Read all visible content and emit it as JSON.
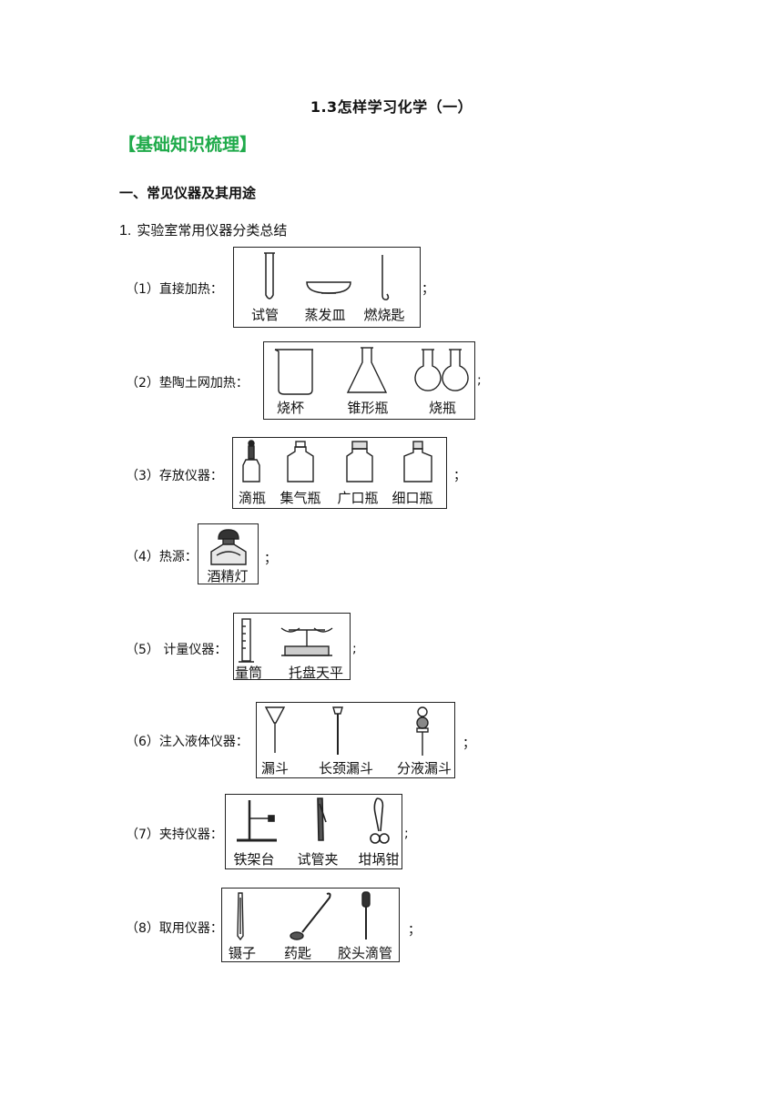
{
  "title": "1.3怎样学习化学（一）",
  "section_header": "【基础知识梳理】",
  "section1": "一、常见仪器及其用途",
  "sub1": {
    "num": "1.",
    "text": "实验室常用仪器分类总结"
  },
  "rows": [
    {
      "label": "（1）直接加热：",
      "semicolon": "；",
      "captions": [
        "试管",
        "蒸发皿",
        "燃烧匙"
      ]
    },
    {
      "label": "（2）垫陶土网加热：",
      "semicolon": ";",
      "captions": [
        "烧杯",
        "锥形瓶",
        "烧瓶"
      ]
    },
    {
      "label": "（3）存放仪器：",
      "semicolon": "；",
      "captions": [
        "滴瓶",
        "集气瓶",
        "广口瓶",
        "细口瓶"
      ]
    },
    {
      "label": "（4）热源：",
      "semicolon": "；",
      "captions": [
        "酒精灯"
      ]
    },
    {
      "label": "（5）  计量仪器：",
      "semicolon": ";",
      "captions": [
        "量筒",
        "托盘天平"
      ]
    },
    {
      "label": "（6）注入液体仪器：",
      "semicolon": "；",
      "captions": [
        "漏斗",
        "长颈漏斗",
        "分液漏斗"
      ]
    },
    {
      "label": "（7）夹持仪器：",
      "semicolon": ";",
      "captions": [
        "铁架台",
        "试管夹",
        "坩埚钳"
      ]
    },
    {
      "label": "（8）取用仪器：",
      "semicolon": "；",
      "captions": [
        "镊子",
        "药匙",
        "胶头滴管"
      ]
    }
  ]
}
